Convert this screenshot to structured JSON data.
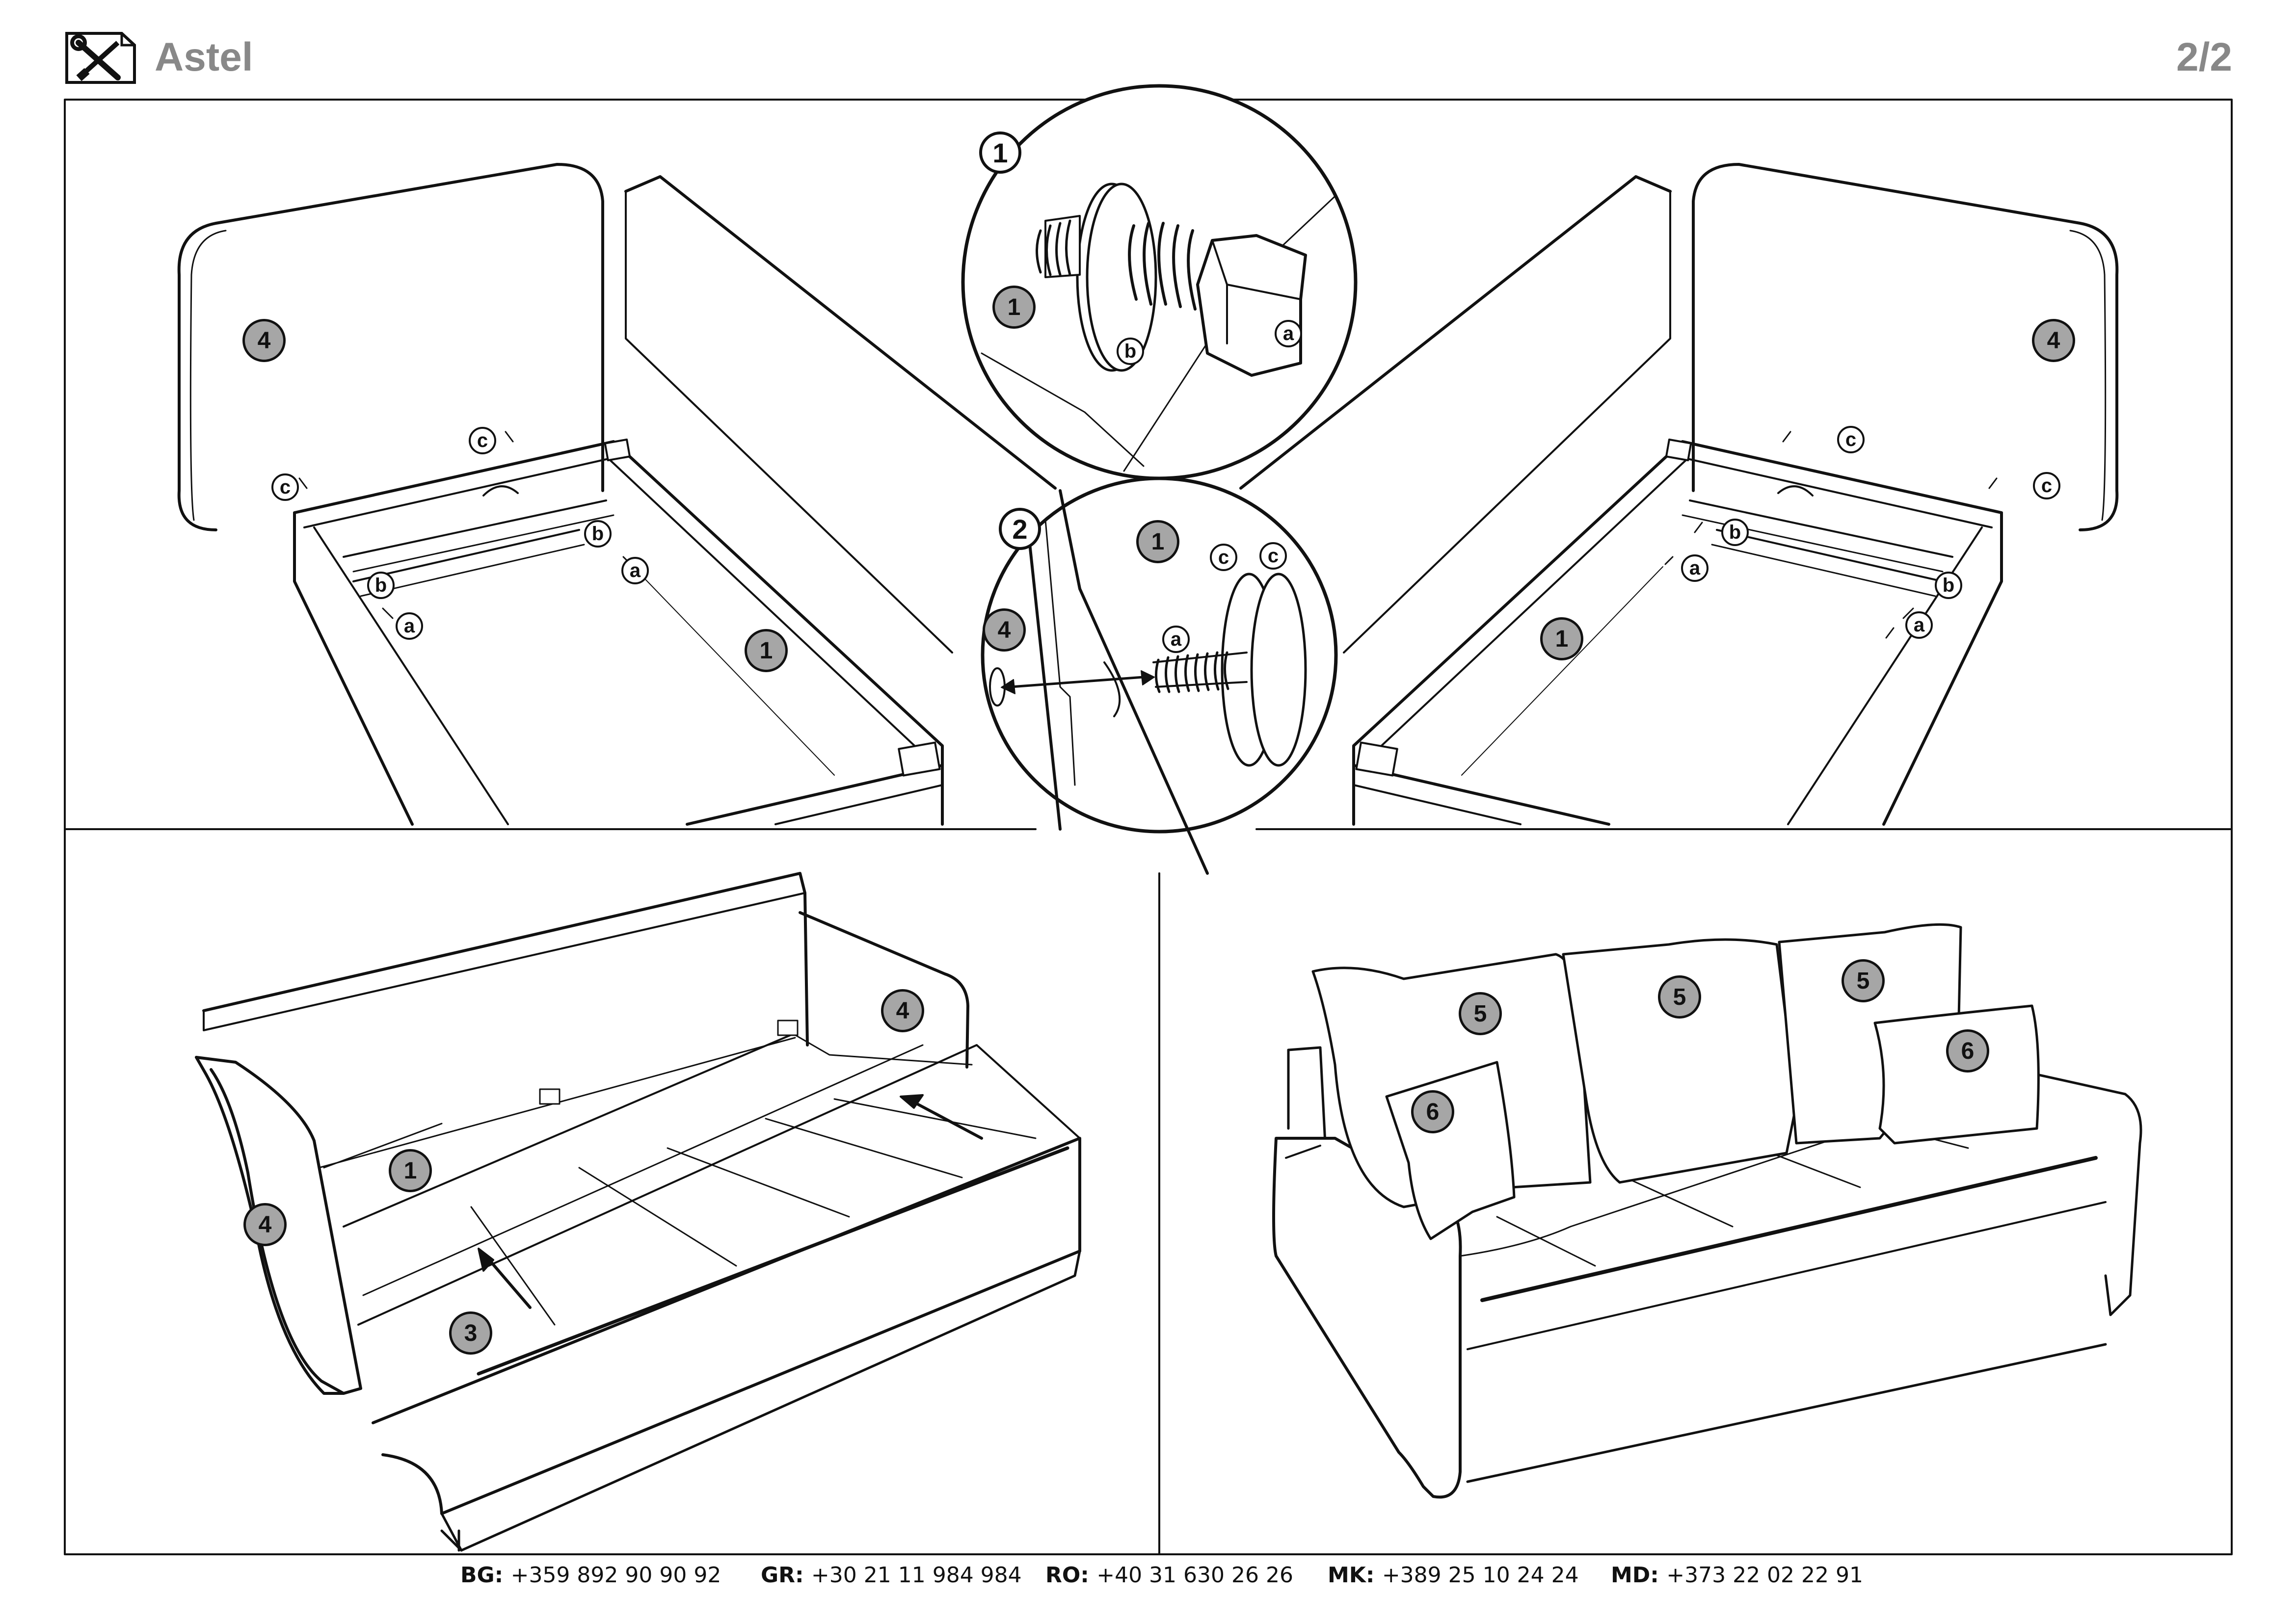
{
  "header": {
    "icon": "tools-icon",
    "product_name": "Astel",
    "page_number": "2/2"
  },
  "callouts": {
    "part_1": "1",
    "part_3": "3",
    "part_4": "4",
    "part_5": "5",
    "part_6": "6",
    "fastener_a": "a",
    "fastener_b": "b",
    "fastener_c": "c",
    "step_1": "1",
    "step_2": "2"
  },
  "contacts": [
    {
      "code": "BG:",
      "number": "+359 892 90 90 92"
    },
    {
      "code": "GR:",
      "number": "+30 21 11 984 984"
    },
    {
      "code": "RO:",
      "number": "+40 31 630 26 26"
    },
    {
      "code": "MK:",
      "number": "+389 25 10 24 24"
    },
    {
      "code": "MD:",
      "number": "+373 22 02 22 91"
    }
  ],
  "colors": {
    "line": "#111111",
    "callout_fill": "#a6a6a6",
    "header_text": "#888888"
  }
}
